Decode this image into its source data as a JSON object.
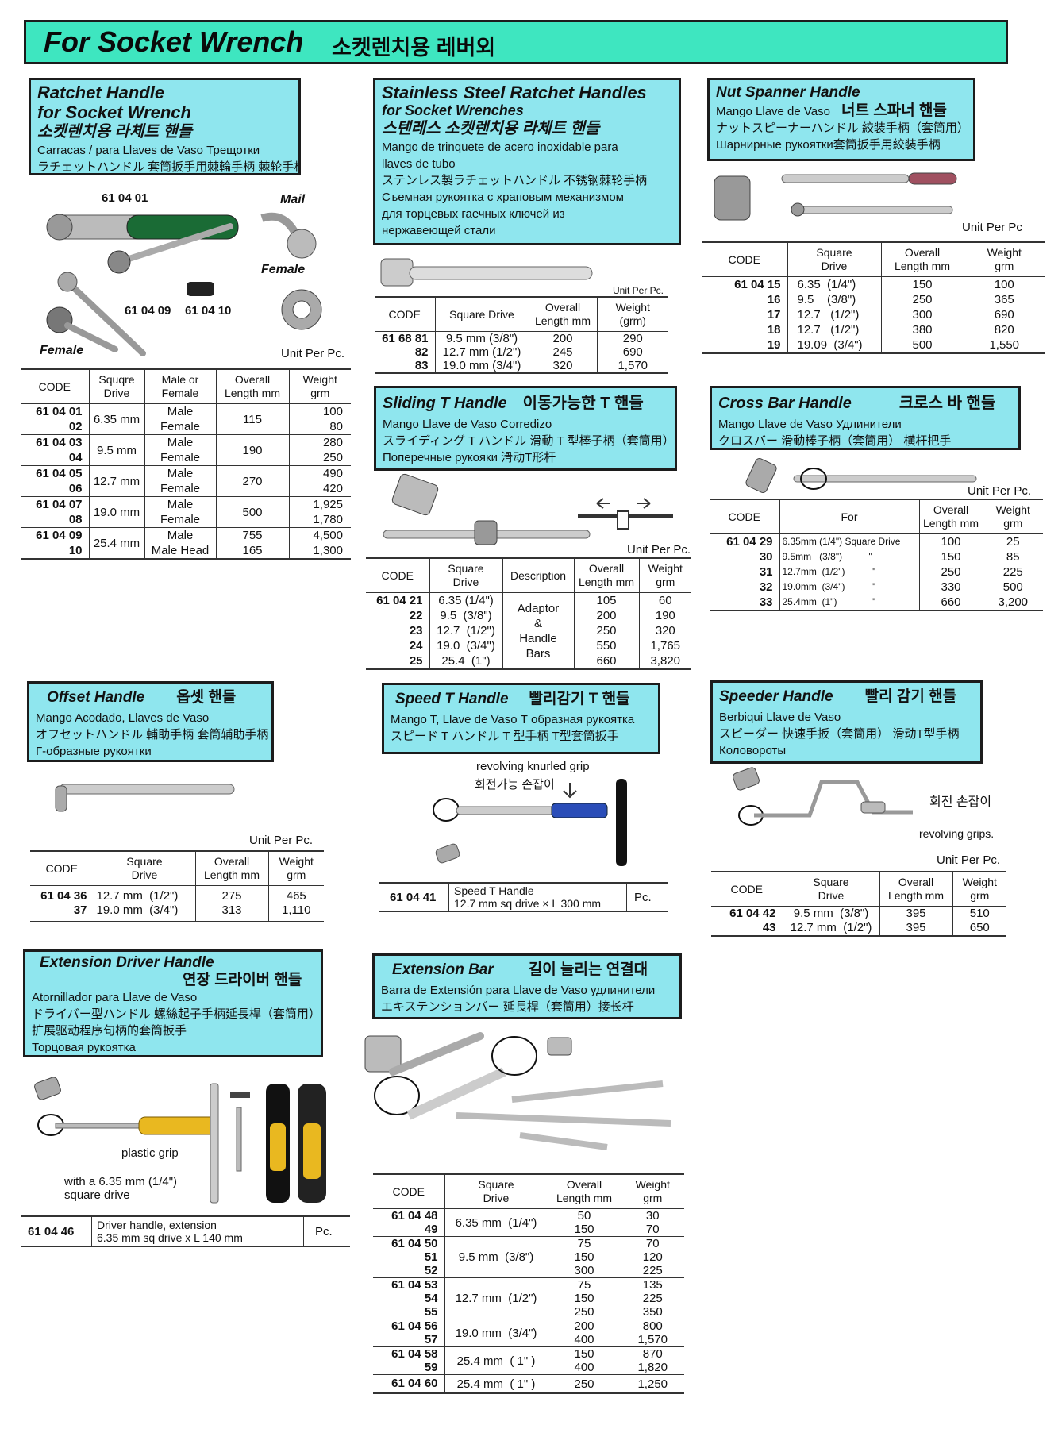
{
  "header": {
    "title_en": "For Socket Wrench",
    "title_ko": "소켓렌치용 레버외"
  },
  "ratchet": {
    "title1": "Ratchet Handle",
    "title2": "for Socket Wrench",
    "title_ko": "소켓렌치용 라체트 핸들",
    "line1": "Carracas / para Llaves de Vaso    Трещотки",
    "line2": "ラチェットハンドル    套筒扳手用棘輪手柄 棘轮手柄",
    "img_code1": "61 04 01",
    "img_code2": "61 04 09",
    "img_code3": "61 04 10",
    "img_male": "Mail",
    "img_female1": "Female",
    "img_female2": "Female",
    "unit": "Unit Per Pc.",
    "headers": [
      "CODE",
      "Squqre\nDrive",
      "Male or\nFemale",
      "Overall\nLength mm",
      "Weight\ngrm"
    ],
    "rows": [
      {
        "code": "61 04 01\n02",
        "drive": "6.35 mm",
        "mf": "Male\nFemale",
        "len": "115",
        "wt": "100\n80"
      },
      {
        "code": "61 04 03\n04",
        "drive": "9.5 mm",
        "mf": "Male\nFemale",
        "len": "190",
        "wt": "280\n250"
      },
      {
        "code": "61 04 05\n06",
        "drive": "12.7 mm",
        "mf": "Male\nFemale",
        "len": "270",
        "wt": "490\n420"
      },
      {
        "code": "61 04 07\n08",
        "drive": "19.0 mm",
        "mf": "Male\nFemale",
        "len": "500",
        "wt": "1,925\n1,780"
      },
      {
        "code": "61 04 09\n10",
        "drive": "25.4 mm",
        "mf": "Male\nMale Head",
        "len": "755\n165",
        "wt": "4,500\n1,300"
      }
    ]
  },
  "stainless": {
    "title1": "Stainless Steel Ratchet Handles",
    "title2": "for Socket Wrenches",
    "title_ko": "스텐레스 소켓렌치용 라체트 핸들",
    "line1": "Mango de trinquete de acero inoxidable para",
    "line2": "llaves de tubo",
    "line3": "ステンレス製ラチェットハンドル  不锈钢棘轮手柄",
    "line4": "Съемная рукоятка с храповым механизмом",
    "line5": "для торцевых гаечных ключей из",
    "line6": "нержавеющей стали",
    "unit": "Unit Per Pc.",
    "headers": [
      "CODE",
      "Square Drive",
      "Overall\nLength mm",
      "Weight\n(grm)"
    ],
    "rows": [
      {
        "code": "61 68 81\n82\n83",
        "drive": "9.5 mm (3/8\")\n12.7 mm (1/2\")\n19.0 mm (3/4\")",
        "len": "200\n245\n320",
        "wt": "290\n690\n1,570"
      }
    ]
  },
  "nut": {
    "title": "Nut Spanner Handle",
    "line1": "Mango Llave de Vaso",
    "line1_ko": "너트 스파너 핸들",
    "line2": "ナットスピーナーハンドル    絞装手柄（套筒用）",
    "line3": "Шарнирные рукоятки套筒扳手用絞装手柄",
    "unit": "Unit Per Pc",
    "headers": [
      "CODE",
      "Square\nDrive",
      "Overall\nLength mm",
      "Weight\ngrm"
    ],
    "rows": [
      {
        "code": "61 04 15",
        "drive": "6.35  (1/4\")",
        "len": "150",
        "wt": "100"
      },
      {
        "code": "16",
        "drive": "9.5    (3/8\")",
        "len": "250",
        "wt": "365"
      },
      {
        "code": "17",
        "drive": "12.7   (1/2\")",
        "len": "300",
        "wt": "690"
      },
      {
        "code": "18",
        "drive": "12.7   (1/2\")",
        "len": "380",
        "wt": "820"
      },
      {
        "code": "19",
        "drive": "19.09  (3/4\")",
        "len": "500",
        "wt": "1,550"
      }
    ]
  },
  "sliding": {
    "title": "Sliding T Handle",
    "title_ko": "이동가능한 T 핸들",
    "line1": "Mango Llave de Vaso Corredizo",
    "line2": "スライディング T ハンドル    滑動 T 型棒子柄（套筒用）",
    "line3": "Поперечные рукояки         滑动T形杆",
    "unit": "Unit Per Pc.",
    "headers": [
      "CODE",
      "Square\nDrive",
      "Description",
      "Overall\nLength mm",
      "Weight\ngrm"
    ],
    "desc": "Adaptor\n&\nHandle\nBars",
    "rows": [
      {
        "code": "61 04 21",
        "drive": "6.35 (1/4\")",
        "len": "105",
        "wt": "60"
      },
      {
        "code": "22",
        "drive": "9.5  (3/8\")",
        "len": "200",
        "wt": "190"
      },
      {
        "code": "23",
        "drive": "12.7  (1/2\")",
        "len": "250",
        "wt": "320"
      },
      {
        "code": "24",
        "drive": "19.0  (3/4\")",
        "len": "550",
        "wt": "1,765"
      },
      {
        "code": "25",
        "drive": "25.4  (1\")",
        "len": "660",
        "wt": "3,820"
      }
    ]
  },
  "crossbar": {
    "title": "Cross Bar Handle",
    "title_ko": "크로스 바 핸들",
    "line1": "Mango Llave de Vaso   Удлинители",
    "line2": "クロスバー    滑動棒子柄（套筒用）    横杆把手",
    "unit": "Unit Per Pc.",
    "headers": [
      "CODE",
      "For",
      "Overall\nLength mm",
      "Weight\ngrm"
    ],
    "rows": [
      {
        "code": "61 04 29",
        "for": "6.35mm (1/4\") Square Drive",
        "len": "100",
        "wt": "25"
      },
      {
        "code": "30",
        "for": "9.5mm   (3/8\")          \"",
        "len": "150",
        "wt": "85"
      },
      {
        "code": "31",
        "for": "12.7mm  (1/2\")          \"",
        "len": "250",
        "wt": "225"
      },
      {
        "code": "32",
        "for": "19.0mm  (3/4\")          \"",
        "len": "330",
        "wt": "500"
      },
      {
        "code": "33",
        "for": "25.4mm  (1\")             \"",
        "len": "660",
        "wt": "3,200"
      }
    ]
  },
  "offset": {
    "title": "Offset Handle",
    "title_ko": "옵셋 핸들",
    "line1": "Mango Acodado, Llaves de Vaso",
    "line2": "オフセットハンドル    輔助手柄  套筒辅助手柄",
    "line3": "Г-образные рукоятки",
    "unit": "Unit Per Pc.",
    "headers": [
      "CODE",
      "Square\nDrive",
      "Overall\nLength mm",
      "Weight\ngrm"
    ],
    "rows": [
      {
        "code": "61 04 36\n37",
        "drive": "12.7 mm  (1/2\")\n19.0 mm  (3/4\")",
        "len": "275\n313",
        "wt": "465\n1,110"
      }
    ]
  },
  "speedt": {
    "title": "Speed T Handle",
    "title_ko": "빨리감기 T 핸들",
    "line1": "Mango T, Llave de Vaso    Т образная рукоятка",
    "line2": "スピード T ハンドル    T 型手柄    T型套筒扳手",
    "cap1": "revolving knurled grip",
    "cap2": "회전가능 손잡이",
    "code": "61 04 41",
    "desc": "Speed T Handle\n12.7 mm sq drive × L 300 mm",
    "unit": "Pc."
  },
  "speeder": {
    "title": "Speeder Handle",
    "title_ko": "빨리 감기 핸들",
    "line1": "Berbiqui Llave de Vaso",
    "line2": "スピーダー    快速手扳（套筒用）    滑动T型手柄",
    "line3": "Коловороты",
    "cap1": "회전 손잡이",
    "cap2": "revolving grips.",
    "unit": "Unit Per Pc.",
    "headers": [
      "CODE",
      "Square\nDrive",
      "Overall\nLength mm",
      "Weight\ngrm"
    ],
    "rows": [
      {
        "code": "61 04 42\n43",
        "drive": "9.5 mm  (3/8\")\n12.7 mm  (1/2\")",
        "len": "395\n395",
        "wt": "510\n650"
      }
    ]
  },
  "extdriver": {
    "title": "Extension Driver Handle",
    "title_ko": "연장 드라이버 핸들",
    "line1": "Atornillador para Llave de Vaso",
    "line2": "ドライバー型ハンドル    螺絲起子手柄延長桿（套筒用）",
    "line3": "扩展驱动程序句柄的套筒扳手",
    "line4": "Торцовая рукоятка",
    "cap1": "plastic grip",
    "cap2": "with a 6.35 mm (1/4\")\nsquare drive",
    "code": "61 04 46",
    "desc": "Driver handle, extension\n6.35 mm sq drive x L 140 mm",
    "unit": "Pc."
  },
  "extbar": {
    "title": "Extension Bar",
    "title_ko": "길이 늘리는 연결대",
    "line1": "Barra de Extensión para Llave de Vaso   удлинители",
    "line2": "エキステンションバー    延長桿（套筒用）接长杆",
    "headers": [
      "CODE",
      "Square\nDrive",
      "Overall\nLength mm",
      "Weight\ngrm"
    ],
    "rows": [
      {
        "code": "61 04 48\n49",
        "drive": "6.35 mm  (1/4\")",
        "len": "50\n150",
        "wt": "30\n70"
      },
      {
        "code": "61 04 50\n51\n52",
        "drive": "9.5 mm  (3/8\")",
        "len": "75\n150\n300",
        "wt": "70\n120\n225"
      },
      {
        "code": "61 04 53\n54\n55",
        "drive": "12.7 mm  (1/2\")",
        "len": "75\n150\n250",
        "wt": "135\n225\n350"
      },
      {
        "code": "61 04 56\n57",
        "drive": "19.0 mm  (3/4\")",
        "len": "200\n400",
        "wt": "800\n1,570"
      },
      {
        "code": "61 04 58\n59",
        "drive": "25.4 mm  ( 1\" )",
        "len": "150\n400",
        "wt": "870\n1,820"
      },
      {
        "code": "61 04 60",
        "drive": "25.4 mm  ( 1\" )",
        "len": "250",
        "wt": "1,250"
      }
    ]
  }
}
